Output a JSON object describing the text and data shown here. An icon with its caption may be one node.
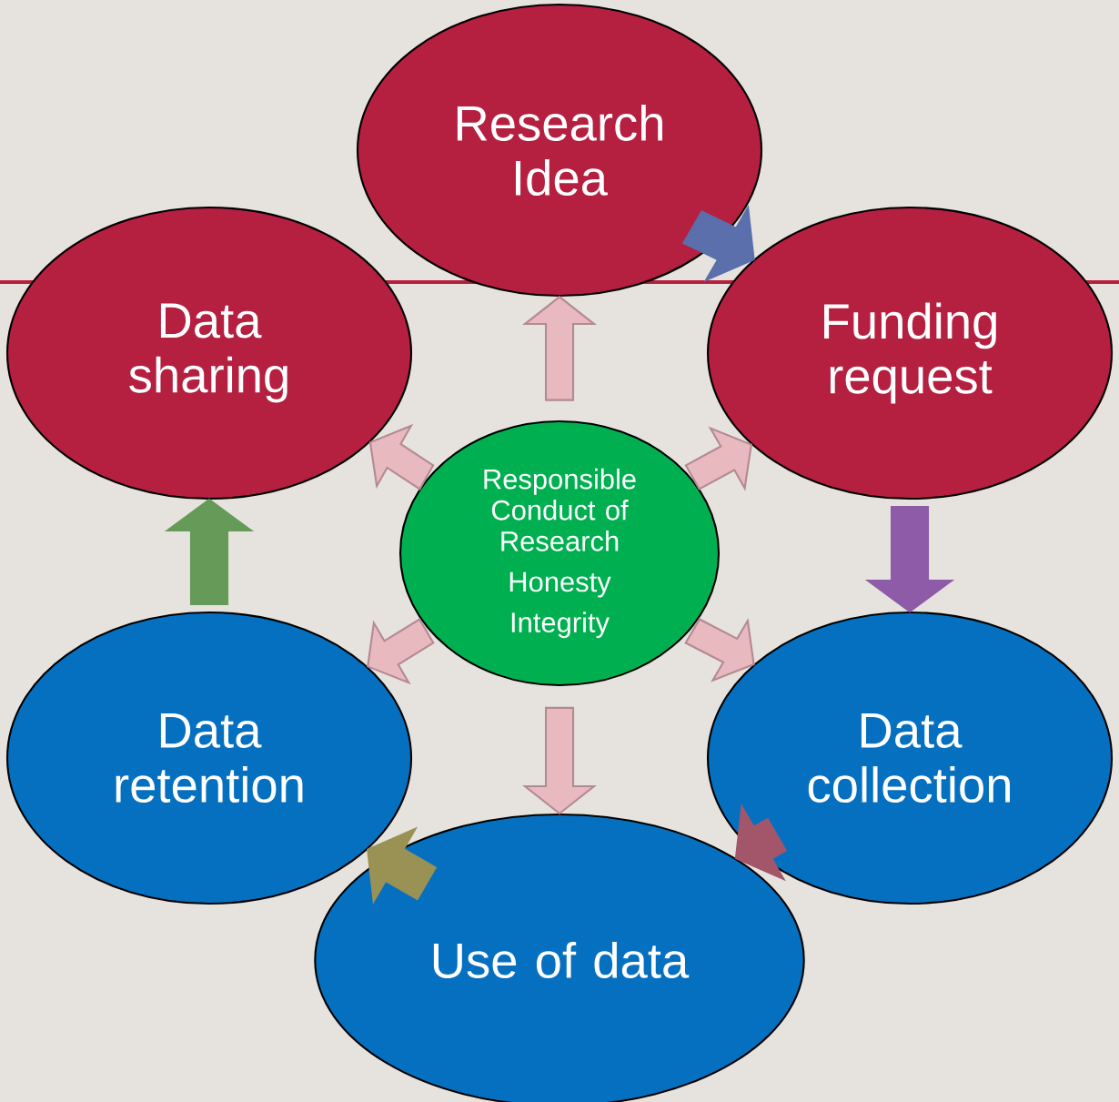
{
  "diagram": {
    "nodes": [
      {
        "text": [
          "Research Idea"
        ]
      },
      {
        "text": [
          "Funding request"
        ]
      },
      {
        "text": [
          "Data collection"
        ]
      },
      {
        "text": [
          "Use of data"
        ]
      },
      {
        "text": [
          "Data retention"
        ]
      },
      {
        "text": [
          "Data sharing"
        ]
      },
      {
        "text": [
          "Responsible Conduct of Research",
          "Honesty",
          "Integrity"
        ]
      }
    ],
    "edges": [
      {
        "from": 0,
        "to": 1,
        "arrow": "to",
        "color": "#5a6fab"
      },
      {
        "from": 1,
        "to": 2,
        "arrow": "to",
        "color": "#8e5ba8"
      },
      {
        "from": 2,
        "to": 3,
        "arrow": "to",
        "color": "#a3566a"
      },
      {
        "from": 3,
        "to": 4,
        "arrow": "to",
        "color": "#9a9155"
      },
      {
        "from": 4,
        "to": 5,
        "arrow": "to",
        "color": "#659a58"
      },
      {
        "from": 6,
        "to": 0,
        "arrow": "to"
      },
      {
        "from": 6,
        "to": 1,
        "arrow": "to"
      },
      {
        "from": 6,
        "to": 2,
        "arrow": "to"
      },
      {
        "from": 6,
        "to": 3,
        "arrow": "to"
      },
      {
        "from": 6,
        "to": 4,
        "arrow": "to"
      },
      {
        "from": 6,
        "to": 5,
        "arrow": "to"
      }
    ]
  }
}
